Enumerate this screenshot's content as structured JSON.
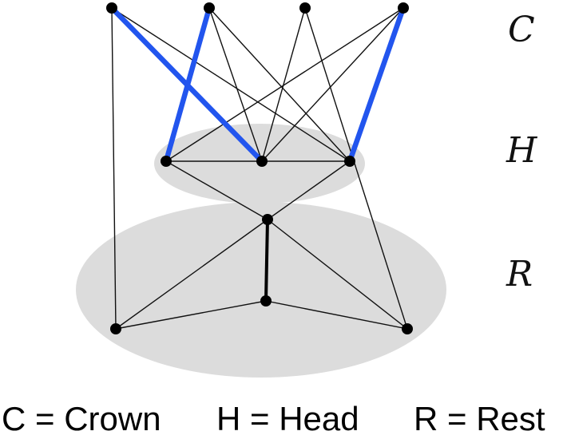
{
  "labels": {
    "crown": "C",
    "head": "H",
    "rest": "R"
  },
  "legend": {
    "crown": "C = Crown",
    "head": "H = Head",
    "rest": "R = Rest"
  },
  "colors": {
    "region_fill": "#dcdcdc",
    "edge": "#111111",
    "highlight_edge": "#2255ee",
    "node": "#000000"
  }
}
